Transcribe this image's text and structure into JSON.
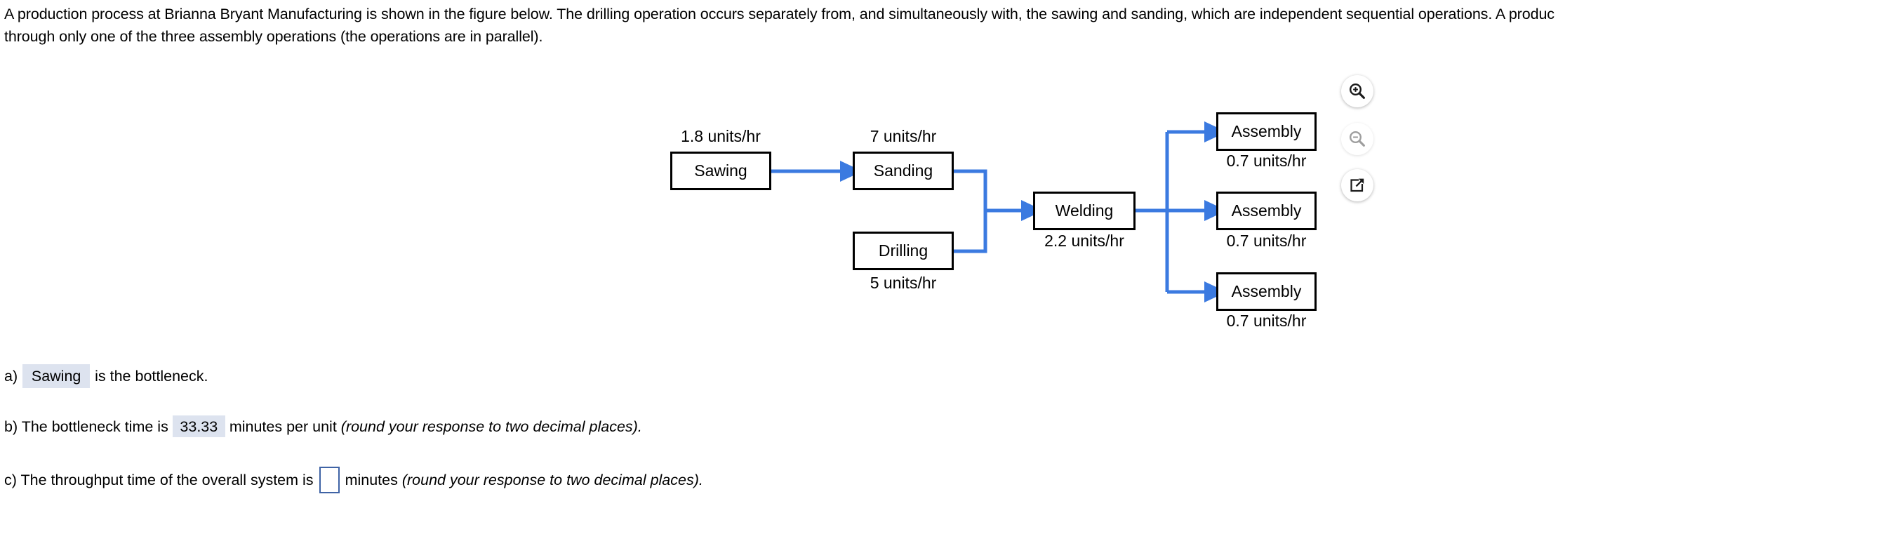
{
  "problem": {
    "statement": "A production process at Brianna Bryant Manufacturing is shown in the figure below. The drilling operation occurs separately from, and simultaneously with, the sawing and sanding, which are independent sequential operations. A produc\nthrough only one of the three assembly operations (the operations are in parallel)."
  },
  "diagram": {
    "accent_color": "#3b7ae0",
    "nodes": [
      {
        "id": "sawing",
        "label": "Sawing",
        "rate": "1.8 units/hr"
      },
      {
        "id": "sanding",
        "label": "Sanding",
        "rate": "7 units/hr"
      },
      {
        "id": "drilling",
        "label": "Drilling",
        "rate": "5 units/hr"
      },
      {
        "id": "welding",
        "label": "Welding",
        "rate": "2.2 units/hr"
      },
      {
        "id": "assembly1",
        "label": "Assembly",
        "rate": "0.7 units/hr"
      },
      {
        "id": "assembly2",
        "label": "Assembly",
        "rate": "0.7 units/hr"
      },
      {
        "id": "assembly3",
        "label": "Assembly",
        "rate": "0.7 units/hr"
      }
    ]
  },
  "toolbar": {
    "zoom_in": "zoom-in-icon",
    "zoom_out": "zoom-out-icon",
    "expand": "open-in-new-window-icon"
  },
  "answers": {
    "a": {
      "prefix": "a)",
      "value": "Sawing",
      "suffix": "is the bottleneck."
    },
    "b": {
      "prefix": "b) The bottleneck time is",
      "value": "33.33",
      "suffix": "minutes per unit",
      "note": "(round your response to two decimal places)."
    },
    "c": {
      "prefix": "c) The throughput time of the overall system is",
      "value": "",
      "suffix": "minutes",
      "note": "(round your response to two decimal places)."
    }
  }
}
